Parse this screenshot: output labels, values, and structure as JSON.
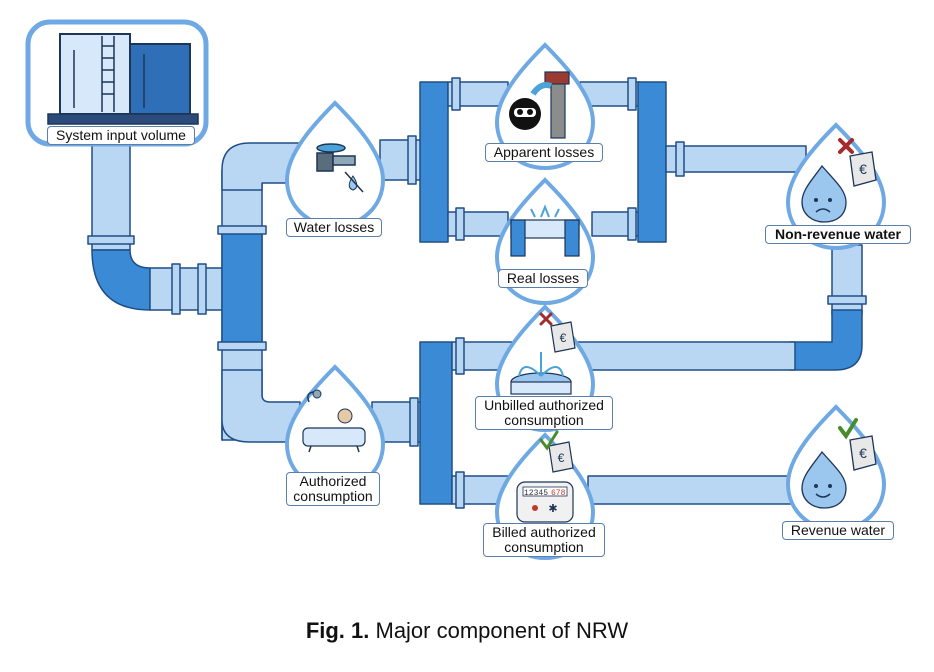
{
  "labels": {
    "system_input": "System input volume",
    "water_losses": "Water losses",
    "apparent_losses": "Apparent losses",
    "real_losses": "Real losses",
    "non_revenue": "Non-revenue water",
    "unbilled_line1": "Unbilled authorized",
    "unbilled_line2": "consumption",
    "authorized_line1": "Authorized",
    "authorized_line2": "consumption",
    "billed_line1": "Billed authorized",
    "billed_line2": "consumption",
    "revenue": "Revenue water"
  },
  "meter_reading": "12345",
  "meter_reading_red": "678",
  "currency_symbol": "€",
  "caption": {
    "prefix": "Fig. 1.",
    "text": " Major component of NRW"
  },
  "colors": {
    "pipe_light": "#b9d7f3",
    "pipe_dark": "#3a8ad6",
    "pipe_outline": "#1f4e86",
    "drop_border": "#6fa9e4",
    "cross_red": "#a32b2b",
    "check_green": "#4a8b2a"
  }
}
